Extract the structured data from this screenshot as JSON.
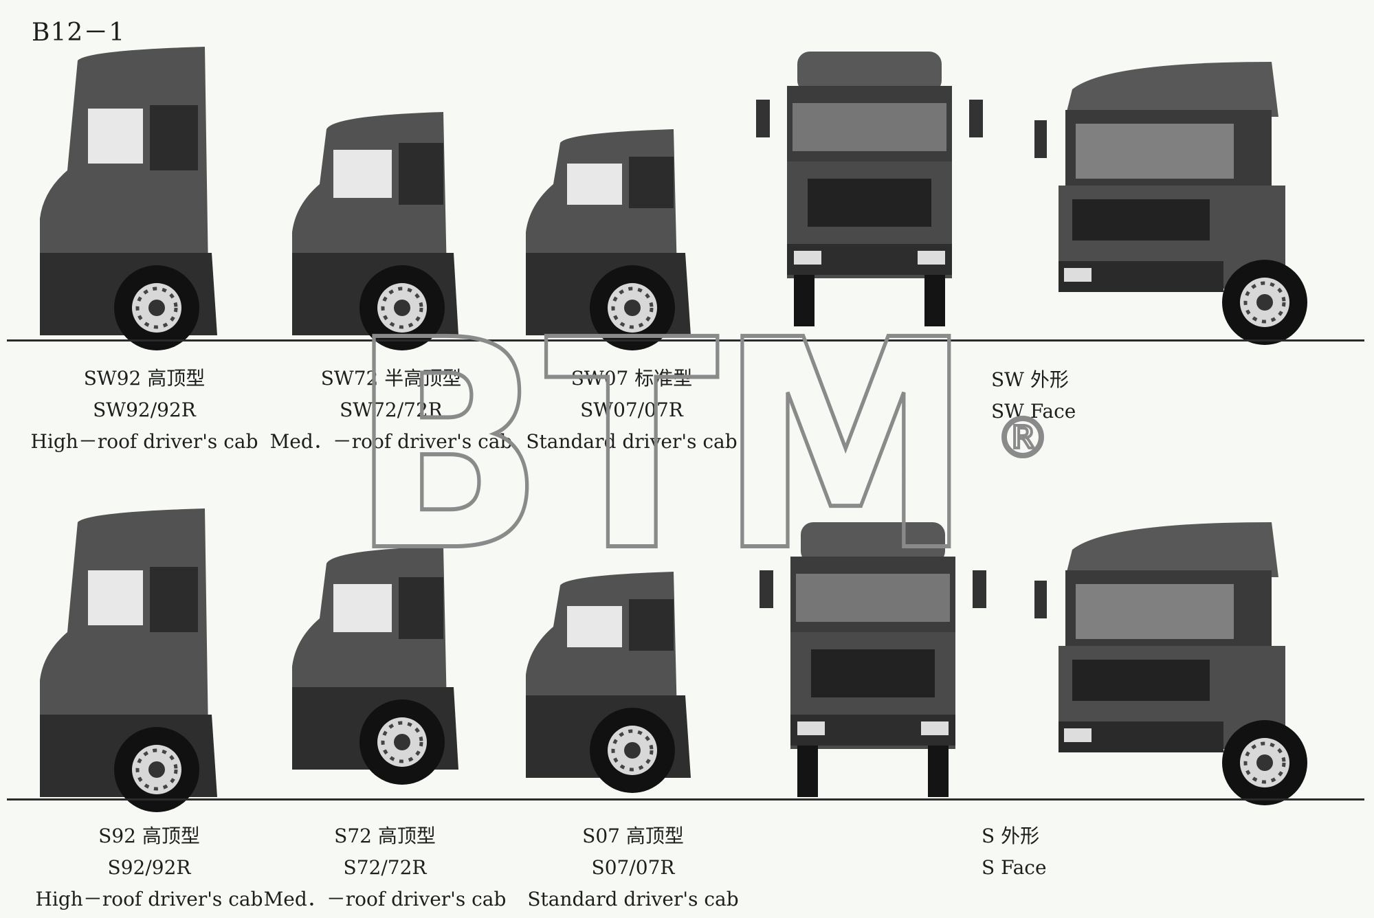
{
  "page": {
    "id": "B12－1"
  },
  "watermark": {
    "text": "BTM",
    "mark": "®"
  },
  "rows": [
    {
      "cabs": [
        {
          "model": "SW92 高顶型",
          "code": "SW92/92R",
          "desc": "High－roof driver's cab"
        },
        {
          "model": "SW72 半高顶型",
          "code": "SW72/72R",
          "desc": "Med．－roof driver's cab"
        },
        {
          "model": "SW07 标准型",
          "code": "SW07/07R",
          "desc": "Standard driver's cab"
        }
      ],
      "face": {
        "title": "SW 外形",
        "subtitle": "SW Face"
      }
    },
    {
      "cabs": [
        {
          "model": "S92 高顶型",
          "code": "S92/92R",
          "desc": "High－roof driver's cab"
        },
        {
          "model": "S72 高顶型",
          "code": "S72/72R",
          "desc": "Med．－roof driver's cab"
        },
        {
          "model": "S07 高顶型",
          "code": "S07/07R",
          "desc": "Standard driver's cab"
        }
      ],
      "face": {
        "title": "S 外形",
        "subtitle": "S Face"
      }
    }
  ]
}
